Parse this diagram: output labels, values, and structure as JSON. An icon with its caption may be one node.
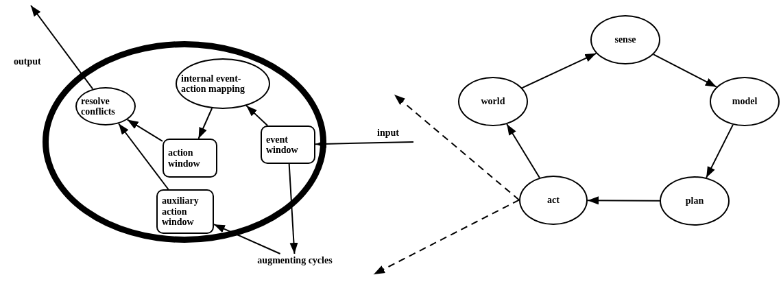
{
  "diagram": {
    "nodes": [
      {
        "text": [],
        "shape": "ellipse"
      },
      {
        "text": [
          "resolve conflicts"
        ],
        "in": 0
      },
      {
        "text": [
          "internal event-action mapping"
        ],
        "in": 0
      },
      {
        "text": [
          "action window"
        ],
        "in": 0
      },
      {
        "text": [
          "event window"
        ],
        "in": 0
      },
      {
        "text": [
          "auxiliary action window"
        ],
        "in": 0
      },
      {
        "text": [
          "augmenting cycles"
        ]
      },
      {
        "text": [
          "sense"
        ]
      },
      {
        "text": [
          "model"
        ]
      },
      {
        "text": [
          "plan"
        ]
      },
      {
        "text": [
          "act"
        ]
      },
      {
        "text": [
          "world"
        ]
      }
    ],
    "edges": [
      {
        "from": 1,
        "to": null,
        "arrow": "to"
      },
      {
        "from": 2,
        "to": 3,
        "arrow": "to"
      },
      {
        "from": 4,
        "to": 2,
        "arrow": "to"
      },
      {
        "from": 3,
        "to": 1,
        "arrow": "to"
      },
      {
        "from": 5,
        "to": 1,
        "arrow": "to"
      },
      {
        "from": null,
        "to": 4,
        "arrow": "to",
        "label": "input"
      },
      {
        "from": 4,
        "to": 6,
        "arrow": "to"
      },
      {
        "from": 6,
        "to": 5,
        "arrow": "to"
      },
      {
        "from": 11,
        "to": 7,
        "arrow": "to"
      },
      {
        "from": 7,
        "to": 8,
        "arrow": "to"
      },
      {
        "from": 8,
        "to": 9,
        "arrow": "to"
      },
      {
        "from": 9,
        "to": 10,
        "arrow": "to"
      },
      {
        "from": 10,
        "to": 11,
        "arrow": "to"
      },
      {
        "from": 10,
        "to": null,
        "arrow": "to",
        "style": "dashed"
      },
      {
        "from": 10,
        "to": null,
        "arrow": "to",
        "style": "dashed"
      }
    ],
    "labels": [
      "output"
    ]
  }
}
